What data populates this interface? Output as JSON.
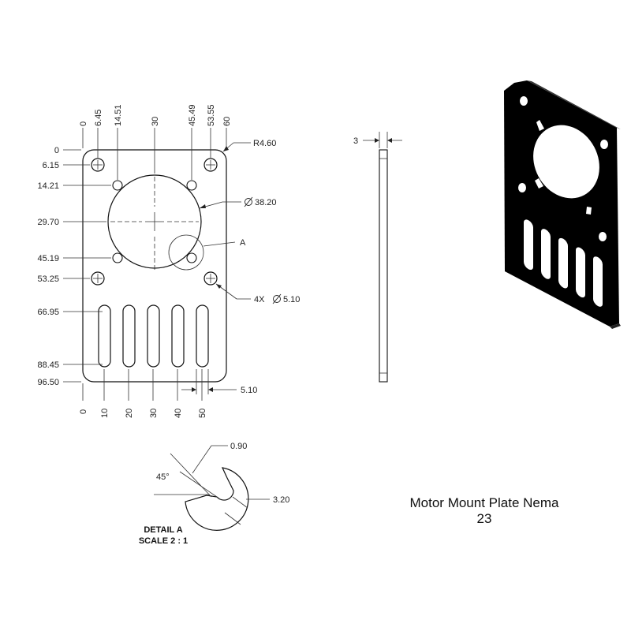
{
  "drawing": {
    "title_line1": "Motor Mount Plate Nema",
    "title_line2": "23",
    "detail_label": "DETAIL A",
    "detail_scale": "SCALE 2 : 1"
  },
  "front_view": {
    "top_ordinates": [
      "0",
      "6.45",
      "14.51",
      "30",
      "45.49",
      "53.55",
      "60"
    ],
    "left_ordinates": [
      "0",
      "6.15",
      "14.21",
      "29.70",
      "45.19",
      "53.25",
      "66.95",
      "88.45",
      "96.50"
    ],
    "bottom_ordinates": [
      "0",
      "10",
      "20",
      "30",
      "40",
      "50"
    ],
    "corner_radius": "R4.60",
    "bore_diameter": "38.20",
    "hole_callout": "4X",
    "hole_diameter": "5.10",
    "slot_width": "5.10",
    "detail_marker": "A"
  },
  "side_view": {
    "thickness": "3"
  },
  "detail_a": {
    "dim_090": "0.90",
    "angle": "45°",
    "dim_320": "3.20"
  },
  "symbols": {
    "diameter_icon": "diameter-symbol"
  }
}
